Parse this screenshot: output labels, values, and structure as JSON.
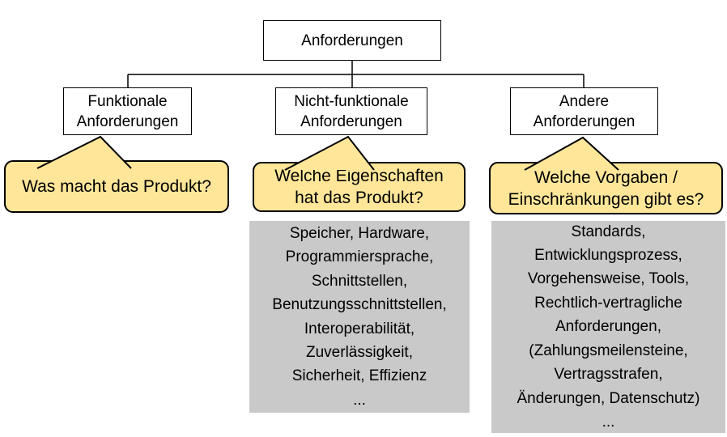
{
  "diagram_title": "Anforderungen",
  "colors": {
    "background": "#FFFFFF",
    "node_border": "#000000",
    "bubble_fill": "#FFE699",
    "bubble_border": "#000000",
    "details_fill": "#C9C9C9",
    "text": "#000000"
  },
  "root": {
    "label": "Anforderungen"
  },
  "branches": [
    {
      "label_lines": [
        "Funktionale",
        "Anforderungen"
      ],
      "bubble_lines": [
        "Was macht das Produkt?"
      ],
      "detail_lines": []
    },
    {
      "label_lines": [
        "Nicht-funktionale",
        "Anforderungen"
      ],
      "bubble_lines": [
        "Welche Eigenschaften",
        "hat das Produkt?"
      ],
      "detail_lines": [
        "Speicher, Hardware,",
        "Programmiersprache,",
        "Schnittstellen,",
        "Benutzungsschnittstellen,",
        "Interoperabilität,",
        "Zuverlässigkeit,",
        "Sicherheit, Effizienz",
        "..."
      ]
    },
    {
      "label_lines": [
        "Andere",
        "Anforderungen"
      ],
      "bubble_lines": [
        "Welche Vorgaben /",
        "Einschränkungen gibt es?"
      ],
      "detail_lines": [
        "Standards,",
        "Entwicklungsprozess,",
        "Vorgehensweise, Tools,",
        "Rechtlich-vertragliche",
        "Anforderungen,",
        "(Zahlungsmeilensteine,",
        "Vertragsstrafen,",
        "Änderungen, Datenschutz)",
        "..."
      ]
    }
  ]
}
